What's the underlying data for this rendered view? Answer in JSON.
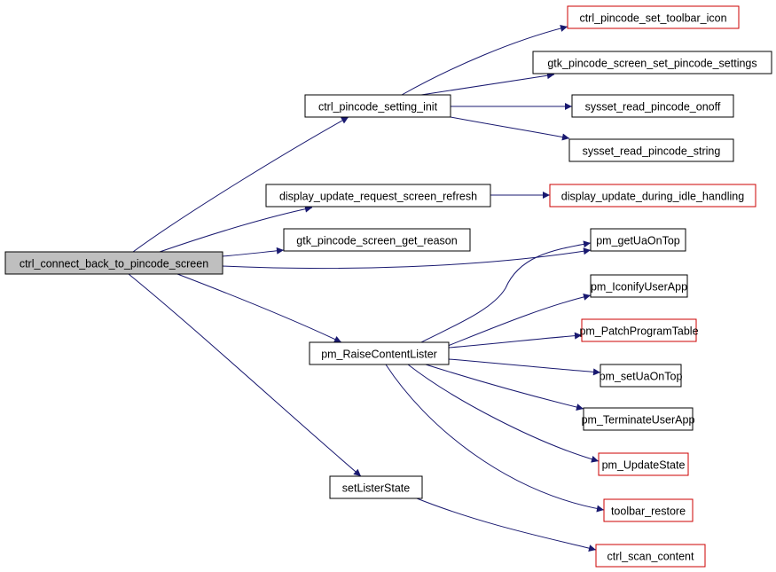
{
  "colors": {
    "edge": "#191970",
    "normal_border": "#000000",
    "truncated_border": "#cc0000",
    "root_fill": "#bfbfbf",
    "node_fill": "#ffffff"
  },
  "nodes": [
    {
      "id": "ctrl_connect_back_to_pincode_screen",
      "label": "ctrl_connect_back_to_pincode_screen",
      "style": "root"
    },
    {
      "id": "ctrl_pincode_setting_init",
      "label": "ctrl_pincode_setting_init",
      "style": "normal"
    },
    {
      "id": "display_update_request_screen_refresh",
      "label": "display_update_request_screen_refresh",
      "style": "normal"
    },
    {
      "id": "gtk_pincode_screen_get_reason",
      "label": "gtk_pincode_screen_get_reason",
      "style": "normal"
    },
    {
      "id": "pm_RaiseContentLister",
      "label": "pm_RaiseContentLister",
      "style": "normal"
    },
    {
      "id": "setListerState",
      "label": "setListerState",
      "style": "normal"
    },
    {
      "id": "ctrl_pincode_set_toolbar_icon",
      "label": "ctrl_pincode_set_toolbar_icon",
      "style": "truncated"
    },
    {
      "id": "gtk_pincode_screen_set_pincode_settings",
      "label": "gtk_pincode_screen_set_pincode_settings",
      "style": "normal"
    },
    {
      "id": "sysset_read_pincode_onoff",
      "label": "sysset_read_pincode_onoff",
      "style": "normal"
    },
    {
      "id": "sysset_read_pincode_string",
      "label": "sysset_read_pincode_string",
      "style": "normal"
    },
    {
      "id": "display_update_during_idle_handling",
      "label": "display_update_during_idle_handling",
      "style": "truncated"
    },
    {
      "id": "pm_getUaOnTop",
      "label": "pm_getUaOnTop",
      "style": "normal"
    },
    {
      "id": "pm_IconifyUserApp",
      "label": "pm_IconifyUserApp",
      "style": "normal"
    },
    {
      "id": "pm_PatchProgramTable",
      "label": "pm_PatchProgramTable",
      "style": "truncated"
    },
    {
      "id": "pm_setUaOnTop",
      "label": "pm_setUaOnTop",
      "style": "normal"
    },
    {
      "id": "pm_TerminateUserApp",
      "label": "pm_TerminateUserApp",
      "style": "normal"
    },
    {
      "id": "pm_UpdateState",
      "label": "pm_UpdateState",
      "style": "truncated"
    },
    {
      "id": "toolbar_restore",
      "label": "toolbar_restore",
      "style": "truncated"
    },
    {
      "id": "ctrl_scan_content",
      "label": "ctrl_scan_content",
      "style": "truncated"
    }
  ],
  "edges": [
    {
      "from": "ctrl_connect_back_to_pincode_screen",
      "to": "ctrl_pincode_setting_init"
    },
    {
      "from": "ctrl_connect_back_to_pincode_screen",
      "to": "display_update_request_screen_refresh"
    },
    {
      "from": "ctrl_connect_back_to_pincode_screen",
      "to": "gtk_pincode_screen_get_reason"
    },
    {
      "from": "ctrl_connect_back_to_pincode_screen",
      "to": "pm_getUaOnTop"
    },
    {
      "from": "ctrl_connect_back_to_pincode_screen",
      "to": "pm_RaiseContentLister"
    },
    {
      "from": "ctrl_connect_back_to_pincode_screen",
      "to": "setListerState"
    },
    {
      "from": "ctrl_pincode_setting_init",
      "to": "ctrl_pincode_set_toolbar_icon"
    },
    {
      "from": "ctrl_pincode_setting_init",
      "to": "gtk_pincode_screen_set_pincode_settings"
    },
    {
      "from": "ctrl_pincode_setting_init",
      "to": "sysset_read_pincode_onoff"
    },
    {
      "from": "ctrl_pincode_setting_init",
      "to": "sysset_read_pincode_string"
    },
    {
      "from": "display_update_request_screen_refresh",
      "to": "display_update_during_idle_handling"
    },
    {
      "from": "pm_RaiseContentLister",
      "to": "pm_getUaOnTop"
    },
    {
      "from": "pm_RaiseContentLister",
      "to": "pm_IconifyUserApp"
    },
    {
      "from": "pm_RaiseContentLister",
      "to": "pm_PatchProgramTable"
    },
    {
      "from": "pm_RaiseContentLister",
      "to": "pm_setUaOnTop"
    },
    {
      "from": "pm_RaiseContentLister",
      "to": "pm_TerminateUserApp"
    },
    {
      "from": "pm_RaiseContentLister",
      "to": "pm_UpdateState"
    },
    {
      "from": "pm_RaiseContentLister",
      "to": "toolbar_restore"
    },
    {
      "from": "setListerState",
      "to": "ctrl_scan_content"
    }
  ]
}
